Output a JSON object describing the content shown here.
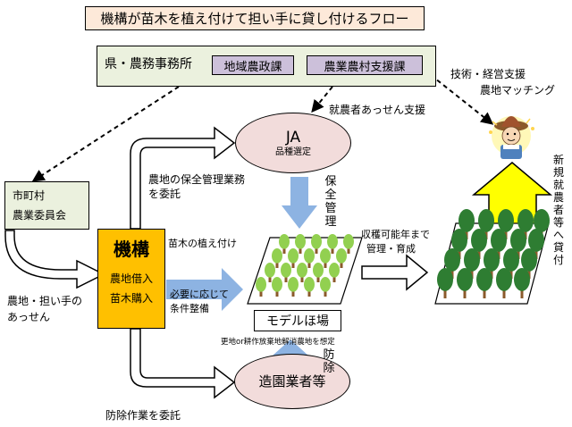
{
  "title": "機構が苗木を植え付けて担い手に貸し付けるフロー",
  "prefecture_office": {
    "label": "県・農務事務所",
    "sub1": "地域農政課",
    "sub2": "農業農村支援課"
  },
  "ja": {
    "label": "JA",
    "sub": "品種選定"
  },
  "municipality": {
    "line1": "市町村",
    "line2": "農業委員会"
  },
  "kikou": {
    "label": "機構",
    "line1": "農地借入",
    "line2": "苗木購入"
  },
  "zoen": {
    "label": "造園業者等"
  },
  "model_field": {
    "label": "モデルほ場"
  },
  "annotations": {
    "tech_support_line1": "技術・経営支援",
    "tech_support_line2": "農地マッチング",
    "new_farmer_support": "就農者あっせん支援",
    "consign_line1": "農地の保全管理業務",
    "consign_line2": "を委託",
    "planting": "苗木の植え付け",
    "conditions_line1": "必要に応じて",
    "conditions_line2": "条件整備",
    "until_harvest_line1": "収穫可能年まで",
    "until_harvest_line2": "管理・育成",
    "farmland_line1": "農地・担い手の",
    "farmland_line2": "あっせん",
    "prevention_consign": "防除作業を委託",
    "land_assumption": "更地or耕作放棄地解消農地を想定",
    "preservation": "保全管理",
    "prevention": "防除",
    "lease_new_farmer": "新規就農者等へ貸付"
  },
  "colors": {
    "title_bg": "#fde9d9",
    "office_bg": "#ebf1de",
    "sub_bg": "#ccc0da",
    "ja_bg": "#f2dcdb",
    "kikou_bg": "#ffc000",
    "blue_arrow": "#8db3e2",
    "yellow_arrow": "#ffff00",
    "tree_light": "#92d050",
    "tree_dark": "#2e7d32"
  }
}
